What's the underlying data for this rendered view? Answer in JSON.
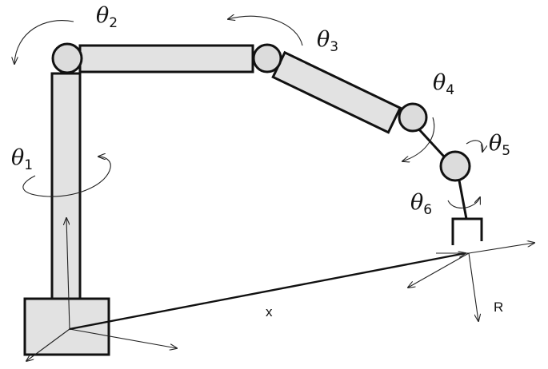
{
  "joints": [
    {
      "symbol": "θ",
      "index": "1"
    },
    {
      "symbol": "θ",
      "index": "2"
    },
    {
      "symbol": "θ",
      "index": "3"
    },
    {
      "symbol": "θ",
      "index": "4"
    },
    {
      "symbol": "θ",
      "index": "5"
    },
    {
      "symbol": "θ",
      "index": "6"
    }
  ],
  "labels": {
    "position_vector": "x",
    "end_frame": "R"
  }
}
